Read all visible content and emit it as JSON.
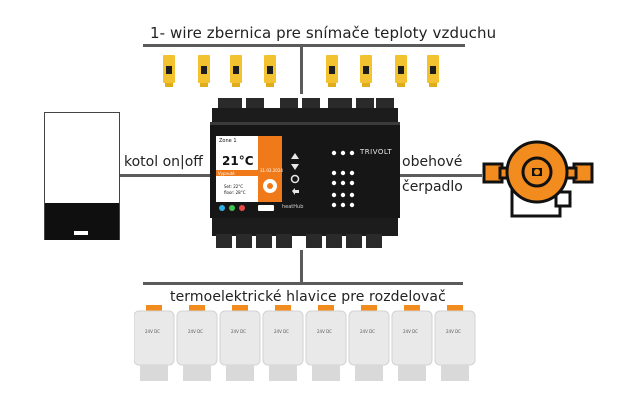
{
  "bus": {
    "label": "1- wire zbernica pre snímače teploty vzduchu"
  },
  "boiler": {
    "label": "kotol on|off"
  },
  "pump": {
    "label_line1": "obehové",
    "label_line2": "čerpadlo"
  },
  "actuators": {
    "label": "termoelektrické hlavice pre rozdelovač",
    "unit_text": "24V DC"
  },
  "controller": {
    "brand": "TRIVOLT",
    "model": "heatHub",
    "screen": {
      "zone": "Zone 1",
      "temp": "21°C",
      "status": "Vypnuté",
      "set": "Set: 22°C",
      "floor": "floor: 28°C",
      "date": "31.03.2024"
    }
  },
  "colors": {
    "sensor": "#f2c230",
    "pump": "#f28c1e",
    "screen_accent": "#f07a1a",
    "line": "#5b5b5b"
  }
}
